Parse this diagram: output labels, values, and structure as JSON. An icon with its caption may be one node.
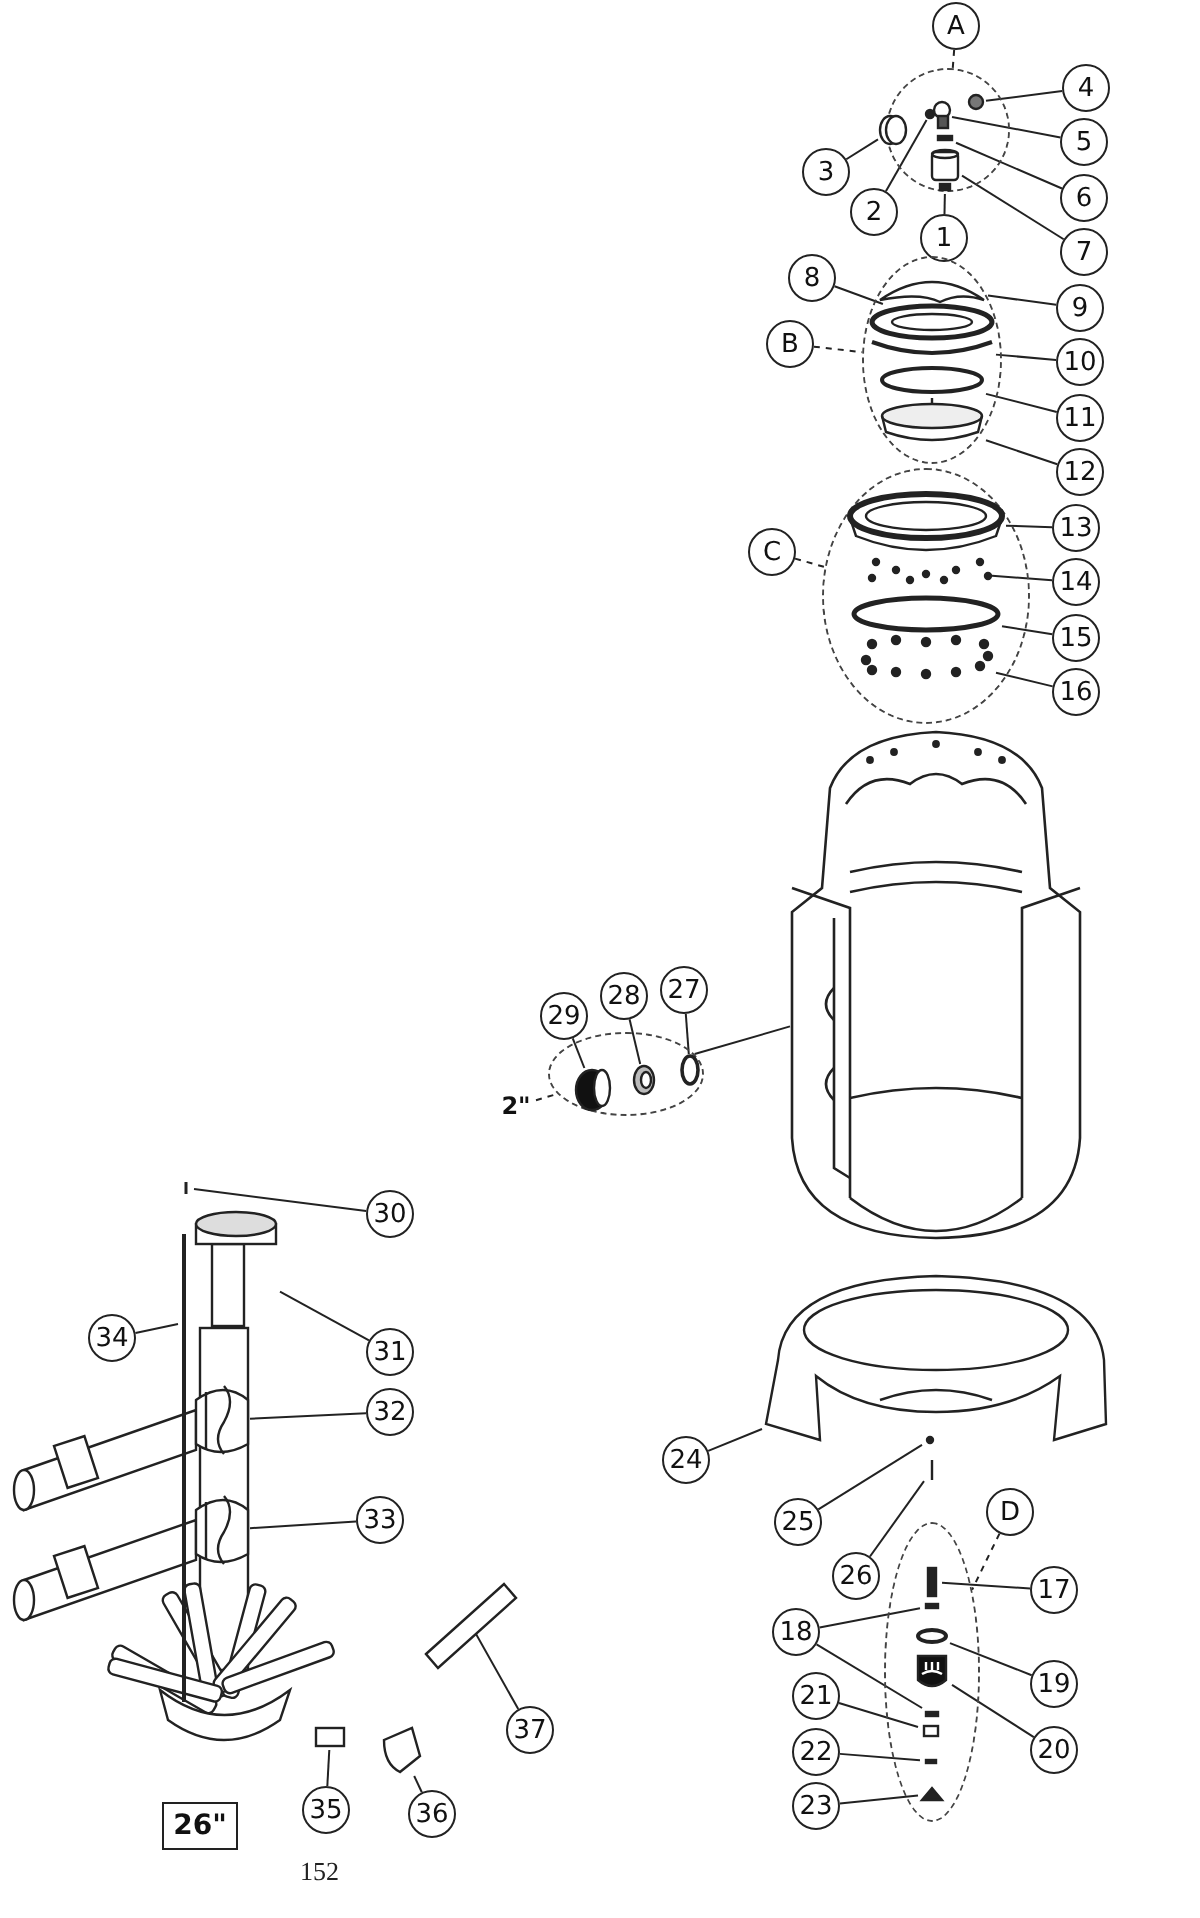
{
  "diagram": {
    "nodes": [
      {
        "text": [
          "A"
        ]
      },
      {
        "text": [],
        "shape": "ellipse"
      },
      {
        "text": [
          "4"
        ]
      },
      {
        "text": [
          "3"
        ]
      },
      {
        "text": [
          "5"
        ]
      },
      {
        "text": [
          "2"
        ]
      },
      {
        "text": [
          "1"
        ]
      },
      {
        "text": [
          "6"
        ]
      },
      {
        "text": [
          "7"
        ]
      },
      {
        "text": [
          "8"
        ]
      },
      {
        "text": [
          "9"
        ]
      },
      {
        "text": [
          "B"
        ]
      },
      {
        "text": [],
        "shape": "ellipse"
      },
      {
        "text": [
          "10"
        ]
      },
      {
        "text": [
          "11"
        ]
      },
      {
        "text": [
          "12"
        ]
      },
      {
        "text": [
          "13"
        ]
      },
      {
        "text": [
          "C"
        ]
      },
      {
        "text": [],
        "shape": "ellipse"
      },
      {
        "text": [
          "14"
        ]
      },
      {
        "text": [
          "15"
        ]
      },
      {
        "text": [
          "16"
        ]
      },
      {
        "text": [],
        "shape": "picture"
      },
      {
        "text": [
          "29"
        ]
      },
      {
        "text": [
          "28"
        ]
      },
      {
        "text": [
          "27"
        ]
      },
      {
        "text": [
          "2\""
        ]
      },
      {
        "text": [],
        "shape": "ellipse"
      },
      {
        "text": [
          "30"
        ]
      },
      {
        "text": [
          "34"
        ]
      },
      {
        "text": [
          "31"
        ]
      },
      {
        "text": [
          "32"
        ]
      },
      {
        "text": [
          "24"
        ]
      },
      {
        "text": [
          "33"
        ]
      },
      {
        "text": [
          "25"
        ]
      },
      {
        "text": [
          "26"
        ]
      },
      {
        "text": [
          "D"
        ]
      },
      {
        "text": [],
        "shape": "ellipse"
      },
      {
        "text": [
          "17"
        ]
      },
      {
        "text": [
          "18"
        ]
      },
      {
        "text": [
          "19"
        ]
      },
      {
        "text": [
          "20"
        ]
      },
      {
        "text": [
          "21"
        ]
      },
      {
        "text": [
          "22"
        ]
      },
      {
        "text": [
          "23"
        ]
      },
      {
        "text": [
          "37"
        ]
      },
      {
        "text": [
          "35"
        ]
      },
      {
        "text": [
          "36"
        ]
      },
      {
        "text": [
          "26\""
        ]
      },
      {
        "text": [],
        "shape": "circle",
        "in": 1
      },
      {
        "text": [],
        "shape": "circle",
        "in": 1
      },
      {
        "text": [],
        "shape": "circle",
        "in": 1
      },
      {
        "text": [],
        "shape": "circle",
        "in": 1
      },
      {
        "text": [],
        "shape": "bar",
        "in": 1
      },
      {
        "text": [],
        "shape": "cylinder",
        "in": 1
      },
      {
        "text": [],
        "shape": "bar",
        "in": 1
      },
      {
        "text": [],
        "shape": "picture",
        "in": 12
      },
      {
        "text": [],
        "shape": "picture",
        "in": 12
      },
      {
        "text": [],
        "shape": "picture",
        "in": 12
      },
      {
        "text": [],
        "shape": "ellipse",
        "in": 12
      },
      {
        "text": [],
        "shape": "ellipse",
        "in": 12
      },
      {
        "text": [],
        "shape": "picture",
        "in": 18
      },
      {
        "text": [],
        "shape": "picture",
        "in": 18
      },
      {
        "text": [],
        "shape": "ellipse",
        "in": 18
      },
      {
        "text": [],
        "shape": "picture",
        "in": 18
      },
      {
        "text": [],
        "shape": "picture",
        "in": 27
      },
      {
        "text": [],
        "shape": "ellipse",
        "in": 27
      },
      {
        "text": [],
        "shape": "ellipse",
        "in": 27
      },
      {
        "text": [],
        "shape": "picture"
      },
      {
        "text": [],
        "shape": "picture"
      },
      {
        "text": [],
        "shape": "picture"
      },
      {
        "text": [],
        "shape": "picture"
      },
      {
        "text": [],
        "shape": "picture"
      },
      {
        "text": [],
        "shape": "picture"
      },
      {
        "text": [],
        "shape": "circle"
      },
      {
        "text": [],
        "shape": "picture"
      },
      {
        "text": [],
        "shape": "bar",
        "in": 37
      },
      {
        "text": [],
        "shape": "bar",
        "in": 37
      },
      {
        "text": [],
        "shape": "bar",
        "in": 37
      },
      {
        "text": [],
        "shape": "ellipse",
        "in": 37
      },
      {
        "text": [],
        "shape": "picture",
        "in": 37
      },
      {
        "text": [],
        "shape": "box",
        "in": 37
      },
      {
        "text": [],
        "shape": "bar",
        "in": 37
      },
      {
        "text": [],
        "shape": "triangle",
        "in": 37
      },
      {
        "text": [],
        "shape": "picture"
      },
      {
        "text": [],
        "shape": "box"
      },
      {
        "text": [],
        "shape": "picture"
      }
    ],
    "edges": [
      {
        "from": 0,
        "to": 1,
        "arrow": "none",
        "style": "dashed"
      },
      {
        "from": 2,
        "to": 52,
        "arrow": "none"
      },
      {
        "from": 3,
        "to": 49,
        "arrow": "none"
      },
      {
        "from": 4,
        "to": 51,
        "arrow": "none"
      },
      {
        "from": 5,
        "to": 50,
        "arrow": "none"
      },
      {
        "from": 6,
        "to": 55,
        "arrow": "none"
      },
      {
        "from": 7,
        "to": 53,
        "arrow": "none"
      },
      {
        "from": 8,
        "to": 54,
        "arrow": "none"
      },
      {
        "from": 9,
        "to": 57,
        "arrow": "none"
      },
      {
        "from": 10,
        "to": 56,
        "arrow": "none"
      },
      {
        "from": 11,
        "to": 12,
        "arrow": "none",
        "style": "dashed"
      },
      {
        "from": 13,
        "to": 58,
        "arrow": "none"
      },
      {
        "from": 14,
        "to": 59,
        "arrow": "none"
      },
      {
        "from": 15,
        "to": 60,
        "arrow": "none"
      },
      {
        "from": 16,
        "to": 61,
        "arrow": "none"
      },
      {
        "from": 17,
        "to": 18,
        "arrow": "none",
        "style": "dashed"
      },
      {
        "from": 19,
        "to": 62,
        "arrow": "none"
      },
      {
        "from": 20,
        "to": 63,
        "arrow": "none"
      },
      {
        "from": 21,
        "to": 64,
        "arrow": "none"
      },
      {
        "from": 23,
        "to": 65,
        "arrow": "none"
      },
      {
        "from": 24,
        "to": 66,
        "arrow": "none"
      },
      {
        "from": 25,
        "to": 67,
        "arrow": "none"
      },
      {
        "from": 26,
        "to": 27,
        "arrow": "none",
        "style": "dashed"
      },
      {
        "from": 27,
        "to": 22,
        "arrow": "none"
      },
      {
        "from": 28,
        "to": 68,
        "arrow": "none"
      },
      {
        "from": 29,
        "to": 69,
        "arrow": "none"
      },
      {
        "from": 30,
        "to": 70,
        "arrow": "none"
      },
      {
        "from": 31,
        "to": 71,
        "arrow": "none"
      },
      {
        "from": 32,
        "to": 73,
        "arrow": "none"
      },
      {
        "from": 33,
        "to": 72,
        "arrow": "none"
      },
      {
        "from": 34,
        "to": 74,
        "arrow": "none"
      },
      {
        "from": 35,
        "to": 75,
        "arrow": "none"
      },
      {
        "from": 36,
        "to": 37,
        "arrow": "none",
        "style": "dashed"
      },
      {
        "from": 38,
        "to": 76,
        "arrow": "none"
      },
      {
        "from": 39,
        "to": 77,
        "arrow": "none"
      },
      {
        "from": 39,
        "to": 78,
        "arrow": "none"
      },
      {
        "from": 40,
        "to": 79,
        "arrow": "none"
      },
      {
        "from": 41,
        "to": 80,
        "arrow": "none"
      },
      {
        "from": 42,
        "to": 81,
        "arrow": "none"
      },
      {
        "from": 43,
        "to": 82,
        "arrow": "none"
      },
      {
        "from": 44,
        "to": 83,
        "arrow": "none"
      },
      {
        "from": 45,
        "to": 84,
        "arrow": "none"
      },
      {
        "from": 46,
        "to": 85,
        "arrow": "none"
      },
      {
        "from": 47,
        "to": 86,
        "arrow": "none"
      }
    ],
    "labels": [
      "152"
    ]
  }
}
